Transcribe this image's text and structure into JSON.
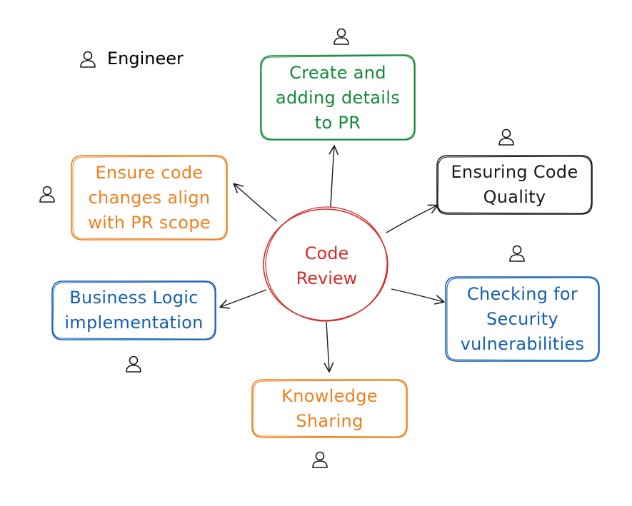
{
  "legend": {
    "label": "Engineer",
    "icon": "person-icon"
  },
  "center": {
    "label": "Code\nReview",
    "color": "#d62a2a"
  },
  "nodes": [
    {
      "id": "create-pr",
      "label": "Create and\nadding details\nto PR",
      "color": "#148a3a"
    },
    {
      "id": "code-quality",
      "label": "Ensuring Code\nQuality",
      "color": "#1a1a1a"
    },
    {
      "id": "security",
      "label": "Checking for\nSecurity\nvulnerabilities",
      "color": "#1560b0"
    },
    {
      "id": "knowledge",
      "label": "Knowledge\nSharing",
      "color": "#f07f1c"
    },
    {
      "id": "business",
      "label": "Business Logic\nimplementation",
      "color": "#1560b0"
    },
    {
      "id": "pr-scope",
      "label": "Ensure code\nchanges align\nwith PR scope",
      "color": "#f07f1c"
    }
  ],
  "arrow_color": "#1a1a1a"
}
